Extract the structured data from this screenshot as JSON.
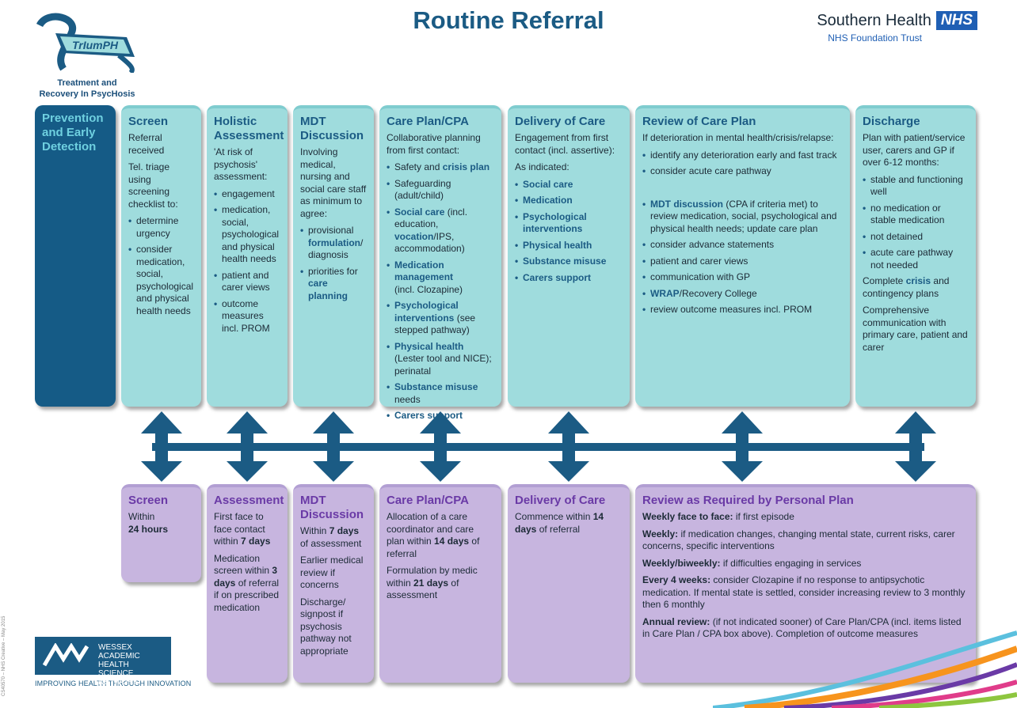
{
  "title": "Routine Referral",
  "logo_triumph": {
    "word": "TrIumPH",
    "tag1": "Treatment and",
    "tag2": "Recovery In PsycHosis"
  },
  "logo_sh": {
    "name": "Southern Health",
    "nhs": "NHS",
    "trust": "NHS Foundation Trust"
  },
  "wessex": {
    "line1": "WESSEX",
    "line2": "ACADEMIC HEALTH",
    "line3": "SCIENCE NETWORK",
    "tagline": "IMPROVING HEALTH THROUGH INNOVATION"
  },
  "side_note": "CS40570 – NHS Creative – May 2015",
  "colors": {
    "teal": "#9fdcdd",
    "purple": "#c7b5df",
    "navy": "#155b86",
    "arrow": "#1b5b84"
  },
  "prevention": {
    "head": "Prevention and Early Detection"
  },
  "screen": {
    "head": "Screen",
    "l1": "Referral received",
    "l2": "Tel. triage using screening checklist to:",
    "b1": "determine urgency",
    "b2": "consider medication, social, psychological and physical health needs"
  },
  "holistic": {
    "head": "Holistic Assessment",
    "l1": "'At risk of psychosis' assessment:",
    "b1": "engagement",
    "b2": "medication, social, psychological and physical health needs",
    "b3": "patient and carer views",
    "b4": "outcome measures incl. PROM"
  },
  "mdt": {
    "head": "MDT Discussion",
    "l1": "Involving medical, nursing and social care staff as minimum to agree:",
    "b1a": "provisional",
    "b1b": "formulation",
    "b1c": "/ diagnosis",
    "b2a": "priorities for",
    "b2b": "care planning"
  },
  "careplan": {
    "head": "Care Plan/CPA",
    "l1": "Collaborative planning from first contact:",
    "b1a": "Safety and",
    "b1b": "crisis plan",
    "b2": "Safeguarding (adult/child)",
    "b3a": "Social care",
    "b3b": " (incl. education, ",
    "b3c": "vocation",
    "b3d": "/IPS, accommodation)",
    "b4a": "Medication management",
    "b4b": "(incl. Clozapine)",
    "b5a": "Psychological interventions",
    "b5b": " (see stepped pathway)",
    "b6a": "Physical health",
    "b6b": " (Lester tool and NICE); perinatal",
    "b7a": "Substance misuse",
    "b7b": " needs",
    "b8": "Carers support"
  },
  "delivery": {
    "head": "Delivery of Care",
    "l1": "Engagement from first contact (incl. assertive):",
    "l2": "As indicated:",
    "b1": "Social care",
    "b2": "Medication",
    "b3": "Psychological interventions",
    "b4": "Physical health",
    "b5": "Substance misuse",
    "b6": "Carers support"
  },
  "review": {
    "head": "Review of Care Plan",
    "l1": "If deterioration in mental health/crisis/relapse:",
    "b1": "identify any deterioration early and fast track",
    "b2": "consider acute care pathway",
    "b3a": "MDT discussion",
    "b3b": " (CPA if criteria met) to review medication, social, psychological and physical health needs; update care plan",
    "b4": "consider advance statements",
    "b5": "patient and carer views",
    "b6": "communication with GP",
    "b7a": "WRAP",
    "b7b": "/Recovery College",
    "b8": "review outcome measures incl. PROM"
  },
  "discharge": {
    "head": "Discharge",
    "l1": "Plan with patient/service user, carers and GP if over 6-12 months:",
    "b1": "stable and functioning well",
    "b2": "no medication or stable medication",
    "b3": "not detained",
    "b4": "acute care pathway not needed",
    "l2a": "Complete ",
    "l2b": "crisis",
    "l2c": " and contingency plans",
    "l3": "Comprehensive communication with primary care, patient and carer"
  },
  "b_screen": {
    "head": "Screen",
    "l1": "Within",
    "l2": "24 hours"
  },
  "b_assess": {
    "head": "Assessment",
    "l1a": "First face to face contact within ",
    "l1b": "7 days",
    "l2a": "Medication screen within ",
    "l2b": "3 days",
    "l2c": " of referral if on prescribed medication"
  },
  "b_mdt": {
    "head": "MDT Discussion",
    "l1a": "Within ",
    "l1b": "7 days",
    "l1c": " of assessment",
    "l2": "Earlier medical review if concerns",
    "l3": "Discharge/ signpost if psychosis pathway not appropriate"
  },
  "b_care": {
    "head": "Care Plan/CPA",
    "l1a": "Allocation of a care coordinator and care plan within ",
    "l1b": "14 days",
    "l1c": " of referral",
    "l2a": "Formulation by medic within ",
    "l2b": "21 days",
    "l2c": " of assessment"
  },
  "b_deliv": {
    "head": "Delivery of Care",
    "l1a": "Commence within ",
    "l1b": "14 days",
    "l1c": " of referral"
  },
  "b_review": {
    "head": "Review as Required by Personal Plan",
    "r1a": "Weekly face to face:",
    "r1b": " if first episode",
    "r2a": "Weekly:",
    "r2b": " if medication changes, changing mental state, current risks, carer concerns, specific interventions",
    "r3a": "Weekly/biweekly:",
    "r3b": " if difficulties engaging in services",
    "r4a": "Every 4 weeks:",
    "r4b": " consider Clozapine if no response to antipsychotic medication. If mental state is settled, consider increasing review to 3 monthly then 6 monthly",
    "r5a": "Annual review:",
    "r5b": " (if not indicated sooner) of Care Plan/CPA (incl. items listed in Care Plan / CPA box above). Completion of outcome measures"
  }
}
